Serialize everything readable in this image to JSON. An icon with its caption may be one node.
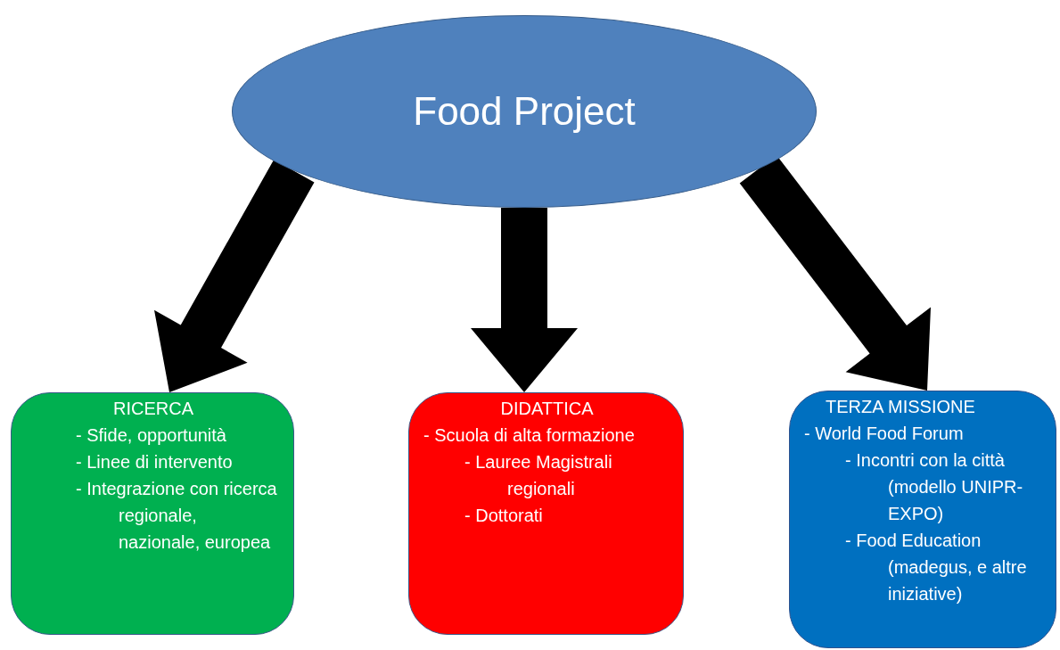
{
  "diagram": {
    "nodes": [
      {
        "text": [
          "Food Project"
        ]
      },
      {
        "text": [
          "RICERCA",
          "- Sfide, opportunità",
          "- Linee di intervento",
          "- Integrazione con ricerca regionale, nazionale, europea"
        ]
      },
      {
        "text": [
          "DIDATTICA",
          "- Scuola di alta formazione",
          "- Lauree Magistrali regionali",
          "- Dottorati"
        ]
      },
      {
        "text": [
          "TERZA MISSIONE",
          "- World Food Forum",
          "- Incontri con la città (modello UNIPR-EXPO)",
          "- Food Education (madegus, e altre iniziative)"
        ]
      }
    ],
    "edges": [
      {
        "from": 0,
        "to": 1,
        "arrow": "to",
        "style": "thick"
      },
      {
        "from": 0,
        "to": 2,
        "arrow": "to",
        "style": "thick"
      },
      {
        "from": 0,
        "to": 3,
        "arrow": "to",
        "style": "thick"
      }
    ]
  }
}
